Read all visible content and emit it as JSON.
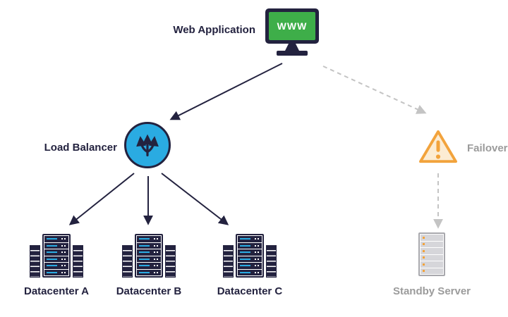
{
  "diagram": {
    "nodes": {
      "web_application": {
        "label": "Web Application",
        "icon": "monitor-www-icon",
        "screen_text": "WWW"
      },
      "load_balancer": {
        "label": "Load Balancer",
        "icon": "branch-arrows-icon"
      },
      "failover": {
        "label": "Failover",
        "icon": "warning-triangle-icon"
      },
      "datacenter_a": {
        "label": "Datacenter A",
        "icon": "server-rack-cluster-icon"
      },
      "datacenter_b": {
        "label": "Datacenter B",
        "icon": "server-rack-cluster-icon"
      },
      "datacenter_c": {
        "label": "Datacenter C",
        "icon": "server-rack-cluster-icon"
      },
      "standby_server": {
        "label": "Standby Server",
        "icon": "standby-server-rack-icon"
      }
    },
    "edges": [
      {
        "from": "web_application",
        "to": "load_balancer",
        "style": "solid"
      },
      {
        "from": "web_application",
        "to": "failover",
        "style": "dashed"
      },
      {
        "from": "load_balancer",
        "to": "datacenter_a",
        "style": "solid"
      },
      {
        "from": "load_balancer",
        "to": "datacenter_b",
        "style": "solid"
      },
      {
        "from": "load_balancer",
        "to": "datacenter_c",
        "style": "solid"
      },
      {
        "from": "failover",
        "to": "standby_server",
        "style": "dashed"
      }
    ],
    "colors": {
      "navy": "#23223f",
      "blue": "#2aabe2",
      "green": "#3eae49",
      "orange": "#f2a33c",
      "gray_text": "#9b9b9b",
      "dashed_line": "#c4c4c4"
    }
  }
}
